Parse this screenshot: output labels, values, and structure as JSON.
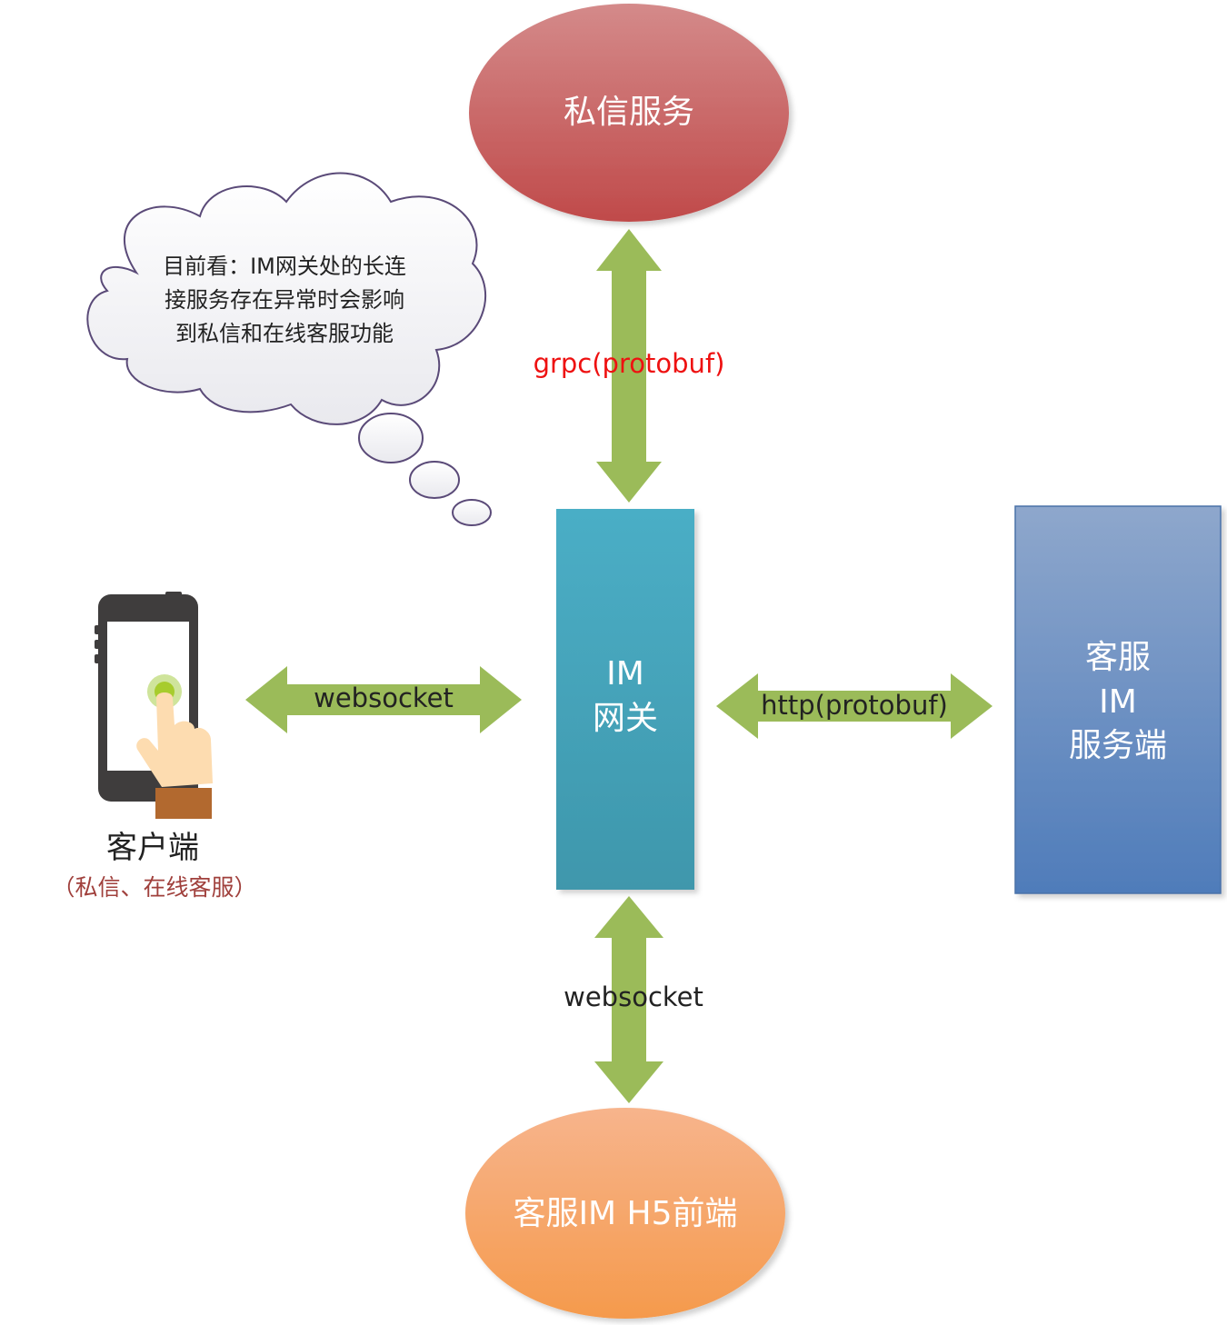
{
  "nodes": {
    "private_msg_service": {
      "label": "私信服务",
      "fill_top": "#d48a8a",
      "fill_bottom": "#c04a4a"
    },
    "im_gateway": {
      "line1": "IM",
      "line2": "网关",
      "fill_top": "#4aaec6",
      "fill_bottom": "#3f97ac"
    },
    "cs_im_server": {
      "line1": "客服",
      "line2": "IM",
      "line3": "服务端",
      "fill_top": "#8ea7cc",
      "fill_bottom": "#4f7cba"
    },
    "cs_im_h5": {
      "label": "客服IM H5前端",
      "fill_top": "#f7b48c",
      "fill_bottom": "#f59a4c"
    },
    "client": {
      "label": "客户端",
      "sublabel": "（私信、在线客服）",
      "sublabel_color": "#a0403c"
    }
  },
  "edges": {
    "grpc": {
      "label": "grpc(protobuf)",
      "label_color": "#ee1111"
    },
    "client_ws": {
      "label": "websocket"
    },
    "http": {
      "label": "http(protobuf)"
    },
    "h5_ws": {
      "label": "websocket"
    }
  },
  "callout": {
    "lines": [
      "目前看：IM网关处的长连",
      "接服务存在异常时会影响",
      "到私信和在线客服功能"
    ]
  },
  "colors": {
    "arrow": "#9bbb59",
    "cloud_stroke": "#5a4a78",
    "cloud_fill": "#f4f4f7"
  },
  "icons": {
    "client_icon": "smartphone-touch-icon"
  }
}
